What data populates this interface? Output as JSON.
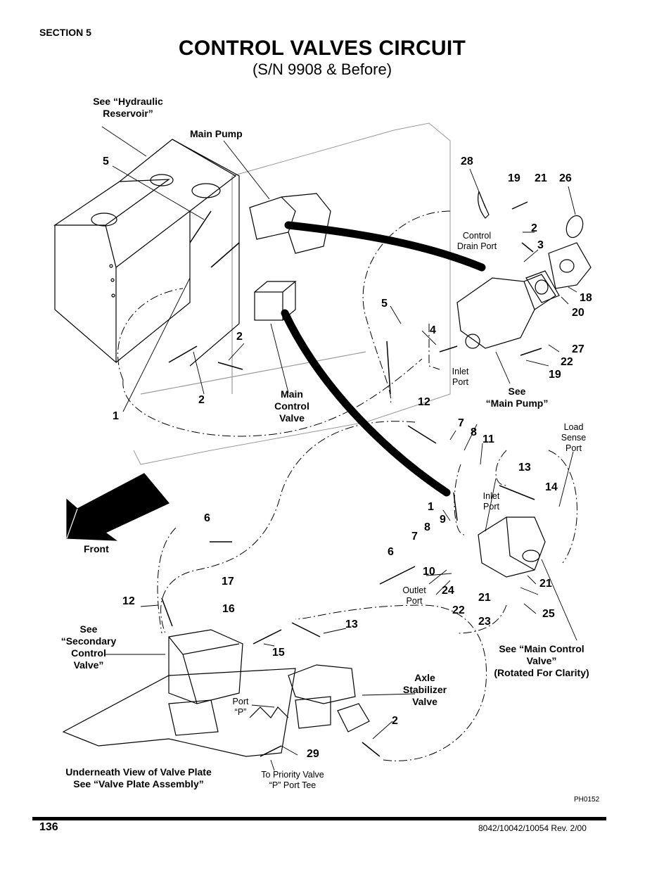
{
  "header": {
    "section": "SECTION 5",
    "title": "CONTROL VALVES CIRCUIT",
    "subtitle": "(S/N 9908 & Before)"
  },
  "labels": {
    "see_hydraulic_reservoir": [
      "See “Hydraulic",
      "Reservoir”"
    ],
    "main_pump": "Main Pump",
    "control_drain_port": [
      "Control",
      "Drain Port"
    ],
    "inlet_port_pump": [
      "Inlet",
      "Port"
    ],
    "see_main_pump": [
      "See",
      "“Main Pump”"
    ],
    "main_control_valve": [
      "Main",
      "Control",
      "Valve"
    ],
    "load_sense_port": [
      "Load",
      "Sense",
      "Port"
    ],
    "inlet_port_valve": [
      "Inlet",
      "Port"
    ],
    "front": "Front",
    "outlet_port": [
      "Outlet",
      "Port"
    ],
    "see_secondary_control_valve": [
      "See",
      "“Secondary",
      "Control",
      "Valve”"
    ],
    "see_main_control_valve_rotated": [
      "See “Main Control",
      "Valve”",
      "(Rotated For Clarity)"
    ],
    "axle_stabilizer_valve": [
      "Axle",
      "Stabilizer",
      "Valve"
    ],
    "port_p": [
      "Port",
      "“P”"
    ],
    "underneath_view": [
      "Underneath View of Valve Plate",
      "See “Valve Plate Assembly”"
    ],
    "to_priority_valve": [
      "To Priority Valve",
      "“P” Port Tee"
    ],
    "figure_code": "PH0152"
  },
  "callouts": {
    "c5a": "5",
    "c28": "28",
    "c19a": "19",
    "c21a": "21",
    "c26": "26",
    "c2a": "2",
    "c3": "3",
    "c18": "18",
    "c20": "20",
    "c5b": "5",
    "c4": "4",
    "c27": "27",
    "c22a": "22",
    "c19b": "19",
    "c2b": "2",
    "c2c": "2",
    "c1a": "1",
    "c12a": "12",
    "c7a": "7",
    "c8a": "8",
    "c11": "11",
    "c13a": "13",
    "c14": "14",
    "c1b": "1",
    "c9": "9",
    "c8b": "8",
    "c7b": "7",
    "c6a": "6",
    "c6b": "6",
    "c10": "10",
    "c24": "24",
    "c22b": "22",
    "c21b": "21",
    "c21c": "21",
    "c23": "23",
    "c25": "25",
    "c17": "17",
    "c16": "16",
    "c12b": "12",
    "c13b": "13",
    "c15": "15",
    "c2d": "2",
    "c29": "29"
  },
  "footer": {
    "page_number": "136",
    "revision": "8042/10042/10054 Rev. 2/00"
  }
}
